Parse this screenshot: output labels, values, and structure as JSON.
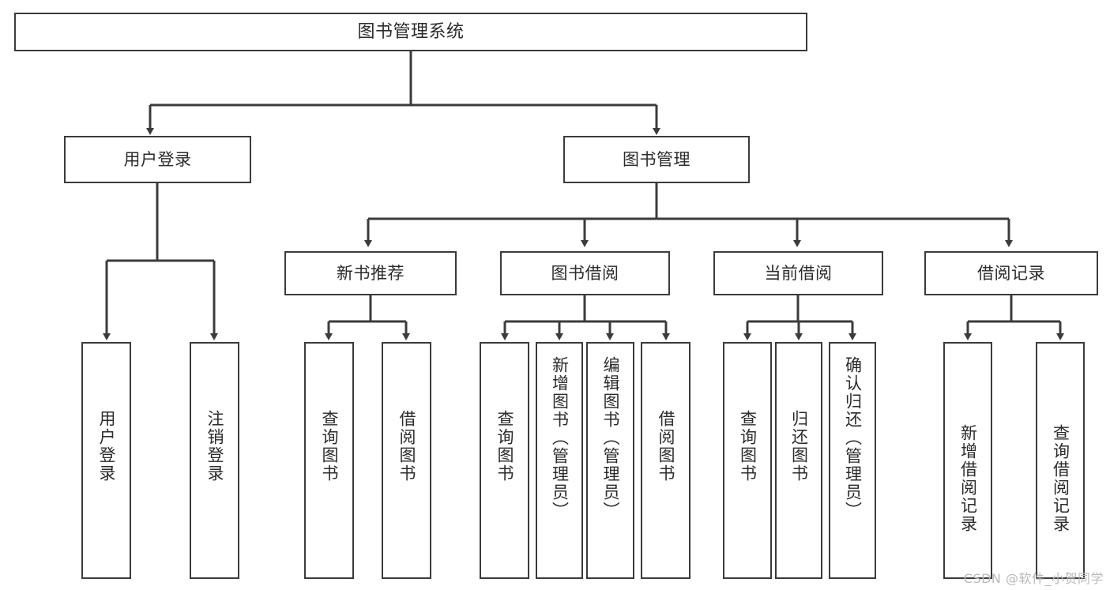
{
  "diagram": {
    "title": "图书管理系统",
    "type": "tree-hierarchy",
    "colors": {
      "background": "#ffffff",
      "box_border": "#3b3b3b",
      "box_fill": "#ffffff",
      "edge": "#3b3b3b",
      "text": "#2b2b2b",
      "watermark": "#b9b9b9"
    },
    "root": {
      "label": "图书管理系统"
    },
    "level1": [
      {
        "id": "user-login",
        "label": "用户登录"
      },
      {
        "id": "book-management",
        "label": "图书管理"
      }
    ],
    "level2": [
      {
        "id": "new-book-recommend",
        "label": "新书推荐"
      },
      {
        "id": "book-borrow",
        "label": "图书借阅"
      },
      {
        "id": "current-borrow",
        "label": "当前借阅"
      },
      {
        "id": "borrow-record",
        "label": "借阅记录"
      }
    ],
    "leaves": [
      {
        "id": "leaf-user-login",
        "label": "用户登录"
      },
      {
        "id": "leaf-logout-login",
        "label": "注销登录"
      },
      {
        "id": "leaf-query-book-1",
        "label": "查询图书"
      },
      {
        "id": "leaf-borrow-book-1",
        "label": "借阅图书"
      },
      {
        "id": "leaf-query-book-2",
        "label": "查询图书"
      },
      {
        "id": "leaf-add-book",
        "label": "新增图书（管理员）"
      },
      {
        "id": "leaf-edit-book",
        "label": "编辑图书（管理员）"
      },
      {
        "id": "leaf-borrow-book-2",
        "label": "借阅图书"
      },
      {
        "id": "leaf-query-book-3",
        "label": "查询图书"
      },
      {
        "id": "leaf-return-book",
        "label": "归还图书"
      },
      {
        "id": "leaf-confirm-return",
        "label": "确认归还（管理员）"
      },
      {
        "id": "leaf-add-borrow-record",
        "label": "新增借阅记录"
      },
      {
        "id": "leaf-query-borrow-record",
        "label": "查询借阅记录"
      }
    ],
    "watermark": "CSDN @软件_小贺同学"
  }
}
